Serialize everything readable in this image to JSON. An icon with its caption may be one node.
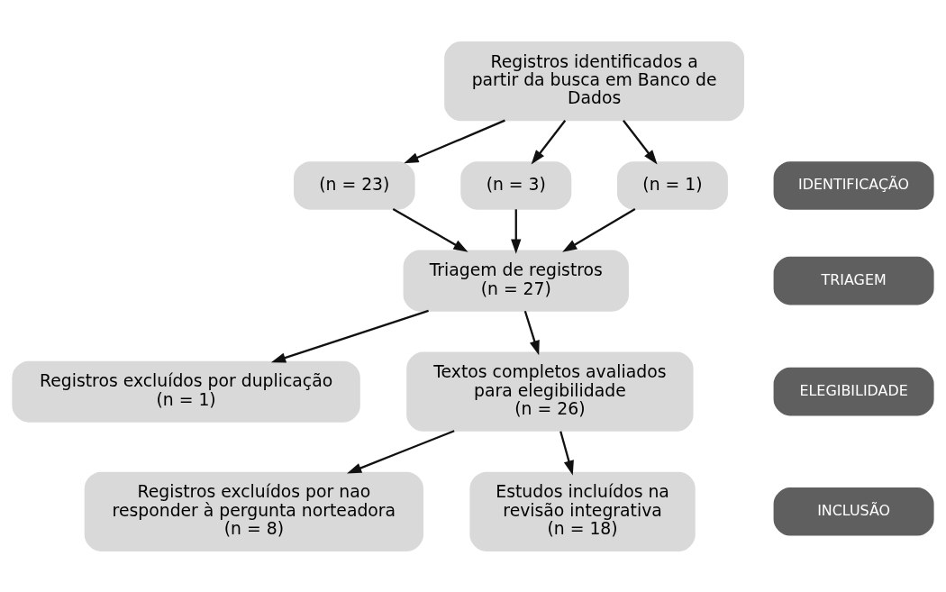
{
  "diagram": {
    "nodes": [
      {
        "text": [
          "Registros identificados a partir da busca em Banco de Dados"
        ]
      },
      {
        "text": [
          "(n = 23)"
        ]
      },
      {
        "text": [
          "(n = 3)"
        ]
      },
      {
        "text": [
          "(n = 1)"
        ]
      },
      {
        "text": [
          "Triagem de registros",
          "(n = 27)"
        ]
      },
      {
        "text": [
          "Registros excluídos por duplicação",
          "(n = 1)"
        ]
      },
      {
        "text": [
          "Textos completos avaliados para elegibilidade",
          "(n = 26)"
        ]
      },
      {
        "text": [
          "Registros excluídos por nao responder à pergunta norteadora",
          "(n = 8)"
        ]
      },
      {
        "text": [
          "Estudos incluídos na revisão integrativa",
          "(n = 18)"
        ]
      },
      {
        "text": [
          "IDENTIFICAÇÃO"
        ]
      },
      {
        "text": [
          "TRIAGEM"
        ]
      },
      {
        "text": [
          "ELEGIBILIDADE"
        ]
      },
      {
        "text": [
          "INCLUSÃO"
        ]
      }
    ],
    "edges": [
      {
        "from": 0,
        "to": 1,
        "arrow": "to"
      },
      {
        "from": 0,
        "to": 2,
        "arrow": "to"
      },
      {
        "from": 0,
        "to": 3,
        "arrow": "to"
      },
      {
        "from": 1,
        "to": 4,
        "arrow": "to"
      },
      {
        "from": 2,
        "to": 4,
        "arrow": "to"
      },
      {
        "from": 3,
        "to": 4,
        "arrow": "to"
      },
      {
        "from": 4,
        "to": 5,
        "arrow": "to"
      },
      {
        "from": 4,
        "to": 6,
        "arrow": "to"
      },
      {
        "from": 6,
        "to": 7,
        "arrow": "to"
      },
      {
        "from": 6,
        "to": 8,
        "arrow": "to"
      }
    ]
  }
}
